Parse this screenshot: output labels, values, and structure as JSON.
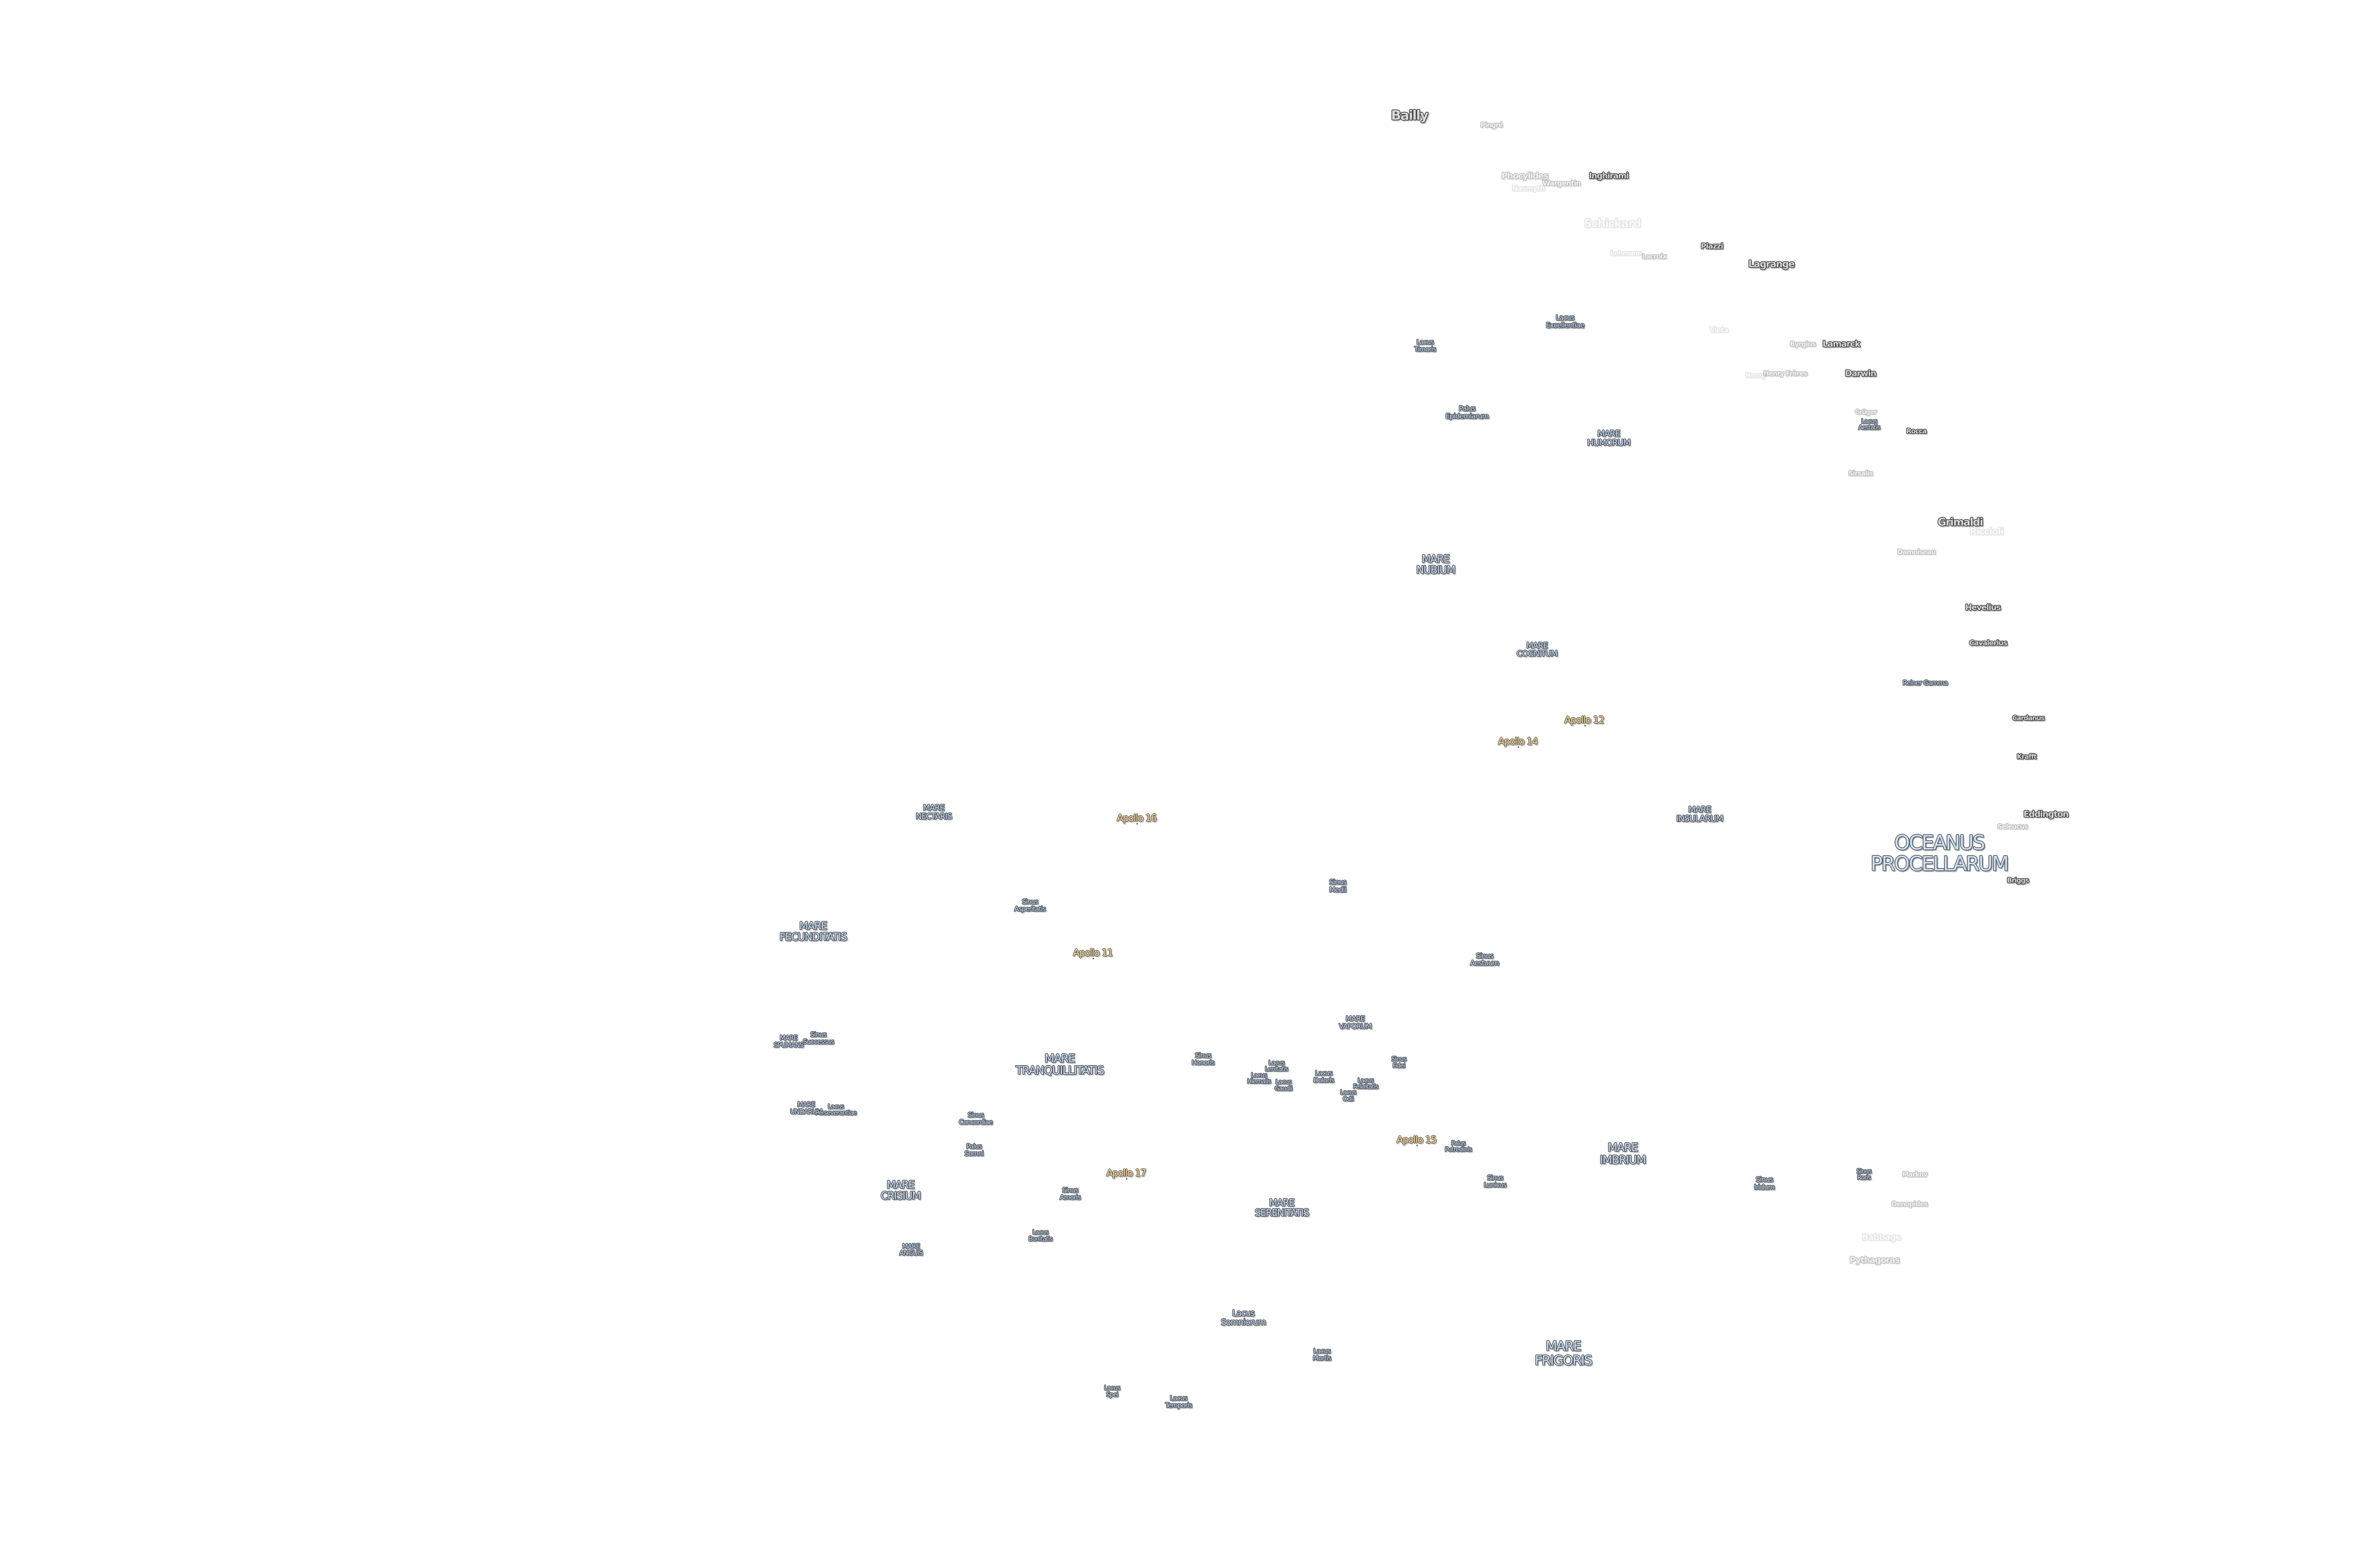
{
  "colors": {
    "mare_fill": "#cfe1f4",
    "crater_fill": "#d9d9d9",
    "apollo_fill": "#f2dba8",
    "outline": "#3c3c3c"
  },
  "labels": {
    "bailly": "Bailly",
    "pingre": "Pingré",
    "phocylides": "Phocylides",
    "wargentin": "Wargentin",
    "nasmyth": "Nasmyth",
    "inghirami": "Inghirami",
    "schickard": "Schickard",
    "lehmann": "Lehmann",
    "lacroix": "Lacroix",
    "piazzi": "Piazzi",
    "lagrange": "Lagrange",
    "lacus_excellentiae": "Lacus\nExcellentiae",
    "lacus_timoris": "Lacus\nTimoris",
    "vieta": "Vieta",
    "byrgius": "Byrgius",
    "lamarck": "Lamarck",
    "henry": "Henry",
    "henry_freres": "Henry Frères",
    "darwin": "Darwin",
    "palus_epidemiarum": "Palus\nEpidemiarum",
    "mare_humorum": "MARE\nHUMORUM",
    "cruger": "Crüger",
    "lacus_aestatis": "Lacus\nAestatis",
    "rocca": "Rocca",
    "sirsalis": "Sirsalis",
    "grimaldi": "Grimaldi",
    "riccioli": "Riccioli",
    "damoiseau": "Damoiseau",
    "mare_nubium": "MARE\nNUBIUM",
    "hevelius": "Hevelius",
    "cavalerius": "Cavalerius",
    "mare_cognitum": "MARE\nCOGNITUM",
    "reiner_gamma": "Reiner Gamma",
    "apollo_12": "Apollo 12",
    "cardanus": "Cardanus",
    "apollo_14": "Apollo 14",
    "krafft": "Krafft",
    "mare_nectaris": "MARE\nNECTARIS",
    "apollo_16": "Apollo 16",
    "mare_insularum": "MARE\nINSULARUM",
    "eddington": "Eddington",
    "seleucus": "Seleucus",
    "oceanus_procellarum": "OCEANUS\nPROCELLARUM",
    "briggs": "Briggs",
    "sinus_medii": "Sinus\nMedii",
    "sinus_asperitatis": "Sinus\nAsperitatis",
    "mare_fecunditatis": "MARE\nFECUNDITATIS",
    "apollo_11": "Apollo 11",
    "sinus_aestuum": "Sinus\nAestuum",
    "mare_vaporum": "MARE\nVAPORUM",
    "mare_spumans": "MARE\nSPUMANS",
    "sinus_successus": "Sinus\nSuccessus",
    "mare_tranquillitatis": "MARE\nTRANQUILLITATIS",
    "sinus_honoris": "Sinus\nHonoris",
    "lacus_lenitatis": "Lacus\nLenitatis",
    "lacus_hiemalis": "Lacus\nHiemalis",
    "lacus_gaudii": "Lacus\nGaudii",
    "lacus_doloris": "Lacus\nDoloris",
    "sinus_fidei": "Sinus\nFidei",
    "lacus_felicitatis": "Lacus\nFelicitatis",
    "lacus_odii": "Lacus\nOdii",
    "mare_undarum": "MARE\nUNDARUM",
    "lacus_perseverantiae": "Lacus\nPerseverantiae",
    "sinus_concordiae": "Sinus\nConcordiae",
    "apollo_15": "Apollo 15",
    "palus_putredinis": "Palus\nPutredinis",
    "palus_somni": "Palus\nSomni",
    "mare_imbrium": "MARE\nIMBRIUM",
    "apollo_17": "Apollo 17",
    "sinus_lunicus": "Sinus\nLunicus",
    "sinus_iridum": "Sinus\nIridum",
    "sinus_roris": "Sinus\nRoris",
    "markov": "Markov",
    "mare_crisium": "MARE\nCRISIUM",
    "sinus_amoris": "Sinus\nAmoris",
    "mare_serenitatis": "MARE\nSERENITATIS",
    "oenopides": "Oenopides",
    "lacus_bonitatis": "Lacus\nBonitatis",
    "babbage": "Babbage",
    "mare_anguis": "MARE\nANGUIS",
    "pythagoras": "Pythagoras",
    "lacus_somniorum": "Lacus\nSomniorum",
    "lacus_mortis": "Lacus\nMortis",
    "mare_frigoris": "MARE\nFRIGORIS",
    "lacus_spei": "Lacus\nSpei",
    "lacus_temporis": "Lacus\nTemporis"
  }
}
